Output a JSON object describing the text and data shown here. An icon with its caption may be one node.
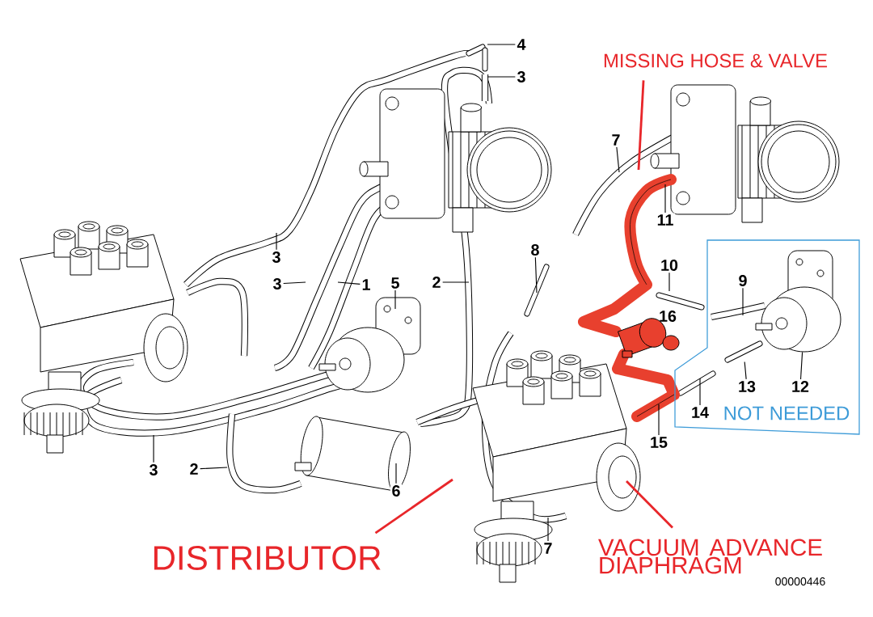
{
  "diagram": {
    "nodes": [
      {
        "text": [
          "4"
        ]
      },
      {
        "text": [
          "3"
        ]
      },
      {
        "text": [
          "MISSING HOSE & VALVE"
        ]
      },
      {
        "text": [
          "7"
        ]
      },
      {
        "text": [
          "11"
        ]
      },
      {
        "text": [
          "3"
        ]
      },
      {
        "text": [
          "8"
        ]
      },
      {
        "text": [
          "NOT NEEDED"
        ]
      },
      {
        "text": [
          "9"
        ],
        "in": 7
      },
      {
        "text": [
          "3"
        ]
      },
      {
        "text": [
          "1"
        ]
      },
      {
        "text": [
          "5"
        ]
      },
      {
        "text": [
          "2"
        ]
      },
      {
        "text": [
          "10"
        ]
      },
      {
        "text": [
          "13"
        ],
        "in": 7
      },
      {
        "text": [
          "12"
        ],
        "in": 7
      },
      {
        "text": [
          "14"
        ],
        "in": 7
      },
      {
        "text": [
          "15"
        ]
      },
      {
        "text": [
          "3"
        ]
      },
      {
        "text": [
          "2"
        ]
      },
      {
        "text": [
          "6"
        ]
      },
      {
        "text": [
          "DISTRIBUTOR"
        ]
      },
      {
        "text": [
          "7"
        ]
      },
      {
        "text": [
          "VACUUM ADVANCE DIAPHRAGM"
        ]
      },
      {
        "text": [],
        "shape": "picture",
        "in": 7
      },
      {
        "text": [],
        "shape": "picture",
        "in": 7
      }
    ],
    "edges": [
      {
        "from": 0,
        "to": null,
        "arrow": "none"
      },
      {
        "from": 1,
        "to": null,
        "arrow": "none"
      },
      {
        "from": 2,
        "to": null,
        "arrow": "none",
        "style": "thick",
        "color": "#e8262a"
      },
      {
        "from": 3,
        "to": null,
        "arrow": "none"
      },
      {
        "from": 4,
        "to": null,
        "arrow": "none"
      },
      {
        "from": 5,
        "to": null,
        "arrow": "none"
      },
      {
        "from": 6,
        "to": null,
        "arrow": "none"
      },
      {
        "from": 8,
        "to": null,
        "arrow": "none"
      },
      {
        "from": 9,
        "to": null,
        "arrow": "none"
      },
      {
        "from": 10,
        "to": null,
        "arrow": "none"
      },
      {
        "from": 11,
        "to": null,
        "arrow": "none"
      },
      {
        "from": 12,
        "to": null,
        "arrow": "none"
      },
      {
        "from": 13,
        "to": null,
        "arrow": "none"
      },
      {
        "from": 14,
        "to": 24,
        "arrow": "none"
      },
      {
        "from": 15,
        "to": 25,
        "arrow": "none"
      },
      {
        "from": 16,
        "to": null,
        "arrow": "none"
      },
      {
        "from": 17,
        "to": null,
        "arrow": "none"
      },
      {
        "from": 18,
        "to": null,
        "arrow": "none"
      },
      {
        "from": 19,
        "to": null,
        "arrow": "none"
      },
      {
        "from": 20,
        "to": null,
        "arrow": "none"
      },
      {
        "from": 21,
        "to": null,
        "arrow": "none",
        "style": "thick",
        "color": "#e8262a"
      },
      {
        "from": 22,
        "to": null,
        "arrow": "none"
      },
      {
        "from": 23,
        "to": null,
        "arrow": "none",
        "style": "thick",
        "color": "#e8262a"
      }
    ],
    "labels": [
      "16",
      "00000446"
    ]
  }
}
